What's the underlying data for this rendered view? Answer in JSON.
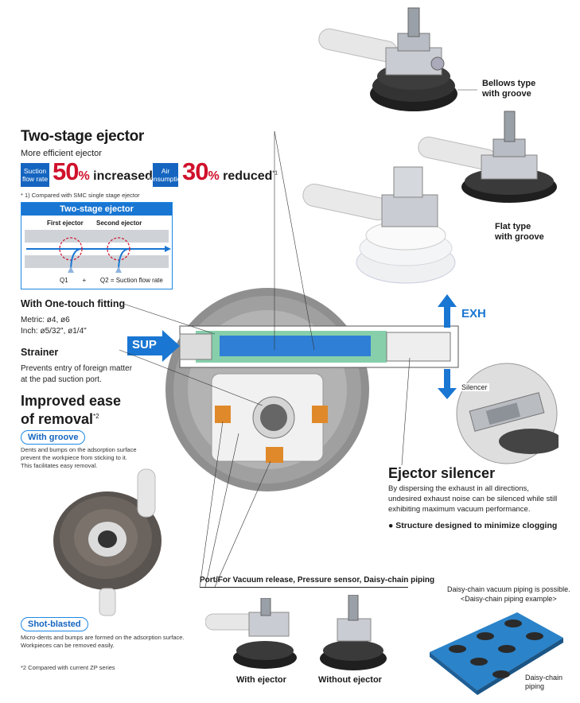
{
  "products": {
    "bellows_label": [
      "Bellows type",
      "with groove"
    ],
    "flat_label": [
      "Flat type",
      "with groove"
    ]
  },
  "two_stage": {
    "title": "Two-stage ejector",
    "subtitle": "More efficient ejector",
    "badge1": "Suction flow rate",
    "pct1": "50",
    "word1": "increased",
    "note_ref1": "*1",
    "badge2": "Air consumption",
    "pct2": "30",
    "word2": "reduced",
    "note_ref2": "*1",
    "percent_sign": "%",
    "footnote": "* 1) Compared with SMC single stage ejector"
  },
  "diagram": {
    "title": "Two-stage ejector",
    "first_label": "First ejector",
    "second_label": "Second ejector",
    "q1": "Q1",
    "plus": "+",
    "q2": "Q2",
    "eq": "= Suction flow rate"
  },
  "fitting": {
    "title": "With One-touch fitting",
    "metric": "Metric: ø4, ø6",
    "inch": "Inch: ø5/32\", ø1/4\""
  },
  "strainer": {
    "title": "Strainer",
    "line1": "Prevents entry of foreign matter",
    "line2": "at the pad suction port."
  },
  "removal": {
    "title1": "Improved ease",
    "title2": "of removal",
    "ref": "*2",
    "groove_pill": "With groove",
    "groove_text": [
      "Dents and bumps on the adsorption surface",
      "prevent the workpiece from sticking to it.",
      "This facilitates easy removal."
    ],
    "blast_pill": "Shot-blasted",
    "blast_text": [
      "Micro-dents and bumps are formed on the adsorption surface.",
      "Workpieces can be removed easily."
    ],
    "footnote": "*2 Compared with current ZP series"
  },
  "flow": {
    "sup": "SUP",
    "exh": "EXH"
  },
  "silencer": {
    "callout": "Silencer",
    "title": "Ejector silencer",
    "text": [
      "By dispersing the exhaust in all directions,",
      "undesired exhaust noise can be silenced while still",
      "exhibiting maximum vacuum performance."
    ],
    "bullet": "Structure designed to minimize clogging"
  },
  "port": {
    "label": "Port/For Vacuum release, Pressure sensor, Daisy-chain piping"
  },
  "bottom": {
    "with_ejector": "With ejector",
    "without_ejector": "Without ejector",
    "daisy_line1": "Daisy-chain vacuum piping is possible.",
    "daisy_line2": "<Daisy-chain piping example>",
    "daisy_callout": [
      "Daisy-chain",
      "piping"
    ]
  },
  "colors": {
    "accent_blue": "#1976d2",
    "red": "#d0112b",
    "pad_black": "#2b2b2b"
  }
}
